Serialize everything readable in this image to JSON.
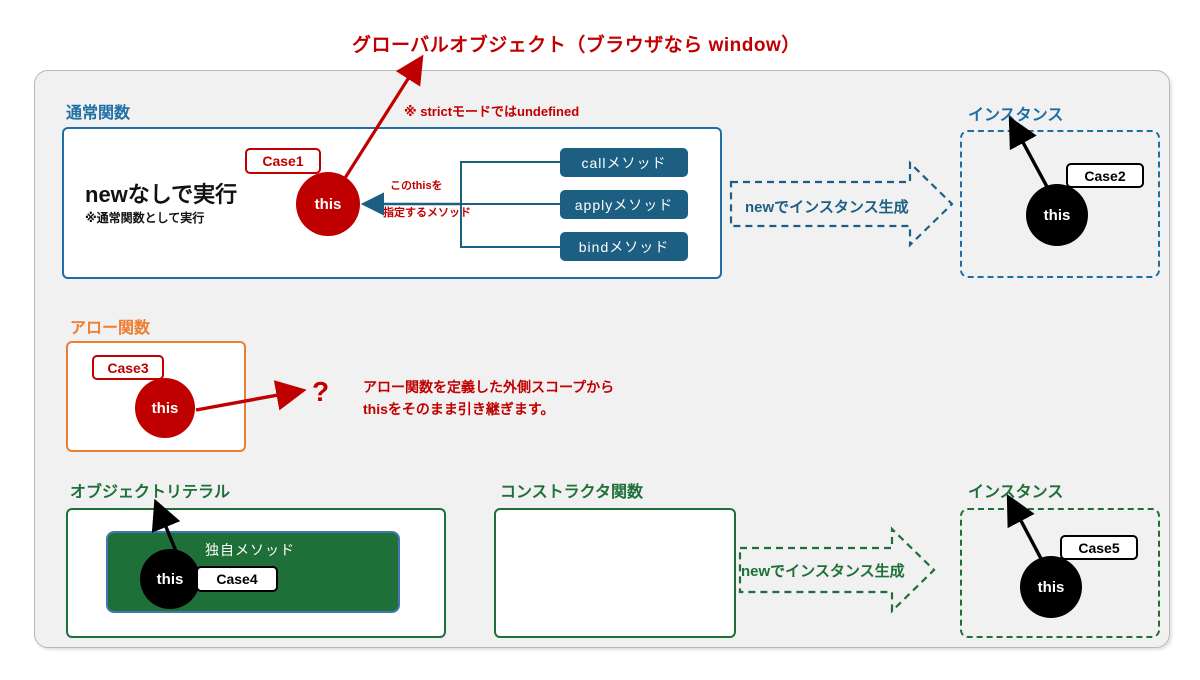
{
  "title_note": "グローバルオブジェクト（ブラウザなら window）",
  "sections": {
    "normal_function": {
      "caption": "通常関数",
      "strict_note": "※ strictモードではundefined",
      "exec_main": "newなしで実行",
      "exec_sub": "※通常関数として実行",
      "circle_label": "this",
      "case_label": "Case1",
      "method_note_line1": "このthisを",
      "method_note_line2": "指定するメソッド",
      "methods": [
        {
          "label": "callメソッド"
        },
        {
          "label": "applyメソッド"
        },
        {
          "label": "bindメソッド"
        }
      ]
    },
    "instance_top": {
      "caption": "インスタンス",
      "circle_label": "this",
      "case_label": "Case2",
      "arrow_label": "newでインスタンス生成"
    },
    "arrow_function": {
      "caption": "アロー関数",
      "circle_label": "this",
      "case_label": "Case3",
      "question_mark": "?",
      "note_line1": "アロー関数を定義した外側スコープから",
      "note_line2": "thisをそのまま引き継ぎます。"
    },
    "object_literal": {
      "caption": "オブジェクトリテラル",
      "own_method_label": "独自メソッド",
      "circle_label": "this",
      "case_label": "Case4"
    },
    "constructor_function": {
      "caption": "コンストラクタ関数",
      "arrow_label": "newでインスタンス生成"
    },
    "instance_bottom": {
      "caption": "インスタンス",
      "circle_label": "this",
      "case_label": "Case5"
    }
  },
  "colors": {
    "red": "#c00000",
    "blue": "#1f6fa5",
    "method_blue": "#1d5f82",
    "orange": "#ed7d31",
    "green": "#1e7038",
    "black": "#000000",
    "panel_bg": "#f1f1f1"
  }
}
